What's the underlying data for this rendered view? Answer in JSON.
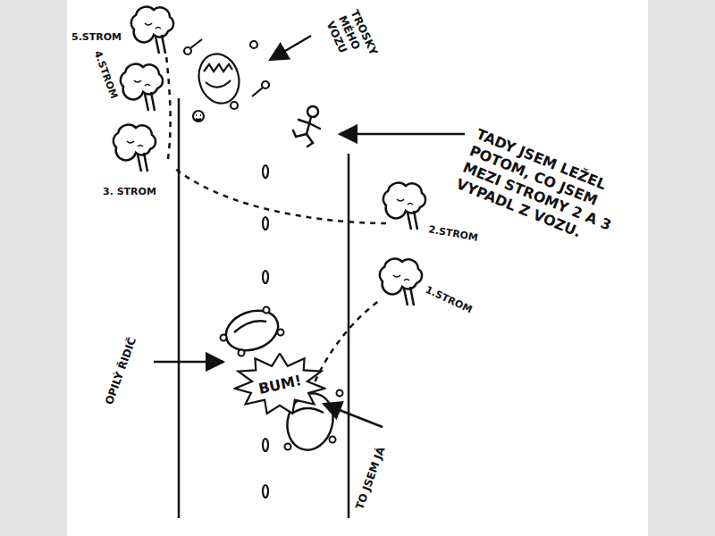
{
  "diagram": {
    "nodes": [
      {
        "text": [
          "BUM!"
        ]
      }
    ],
    "labels": [
      "5.STROM",
      "4.STROM",
      "3. STROM",
      "TROSKY MÉHO VOZU",
      "TADY JSEM LEŽEL POTOM, CO JSEM MEZI STROMY 2 A 3 VYPADL Z VOZU.",
      "2.STROM",
      "1.STROM",
      "OPILÝ ŘIDIČ",
      "TO JSEM JÁ"
    ]
  }
}
